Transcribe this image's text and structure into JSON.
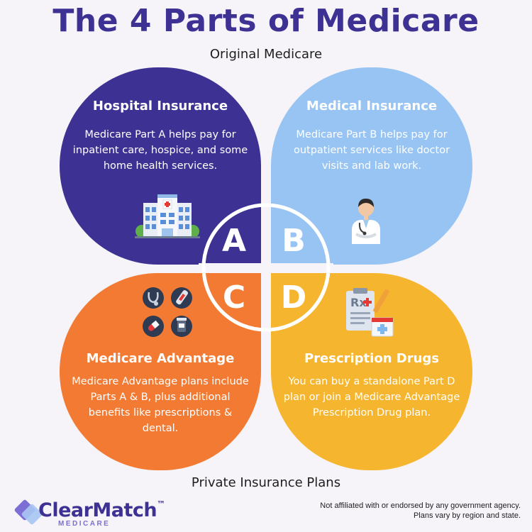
{
  "title": "The 4 Parts of Medicare",
  "top_group_label": "Original Medicare",
  "bottom_group_label": "Private Insurance Plans",
  "parts": [
    {
      "letter": "A",
      "heading": "Hospital Insurance",
      "description": "Medicare Part A helps pay for inpatient care, hospice, and some home health services.",
      "color": "#3d3293",
      "icon": "hospital-icon"
    },
    {
      "letter": "B",
      "heading": "Medical Insurance",
      "description": "Medicare Part B helps pay for outpatient services like doctor visits and lab work.",
      "color": "#97c4f3",
      "icon": "doctor-icon"
    },
    {
      "letter": "C",
      "heading": "Medicare Advantage",
      "description": "Medicare Advantage plans include Parts A & B, plus additional benefits like prescriptions & dental.",
      "color": "#f37a32",
      "icon": "medical-supplies-icon"
    },
    {
      "letter": "D",
      "heading": "Prescription Drugs",
      "description": "You can buy a standalone Part D plan or join a Medicare Advantage Prescription Drug plan.",
      "color": "#f6b52e",
      "icon": "prescription-icon"
    }
  ],
  "brand": {
    "name": "ClearMatch",
    "tm": "™",
    "sub": "MEDICARE",
    "color": "#3d3293"
  },
  "disclaimer": {
    "line1": "Not affiliated with or endorsed by any government agency.",
    "line2": "Plans vary by region and state."
  }
}
